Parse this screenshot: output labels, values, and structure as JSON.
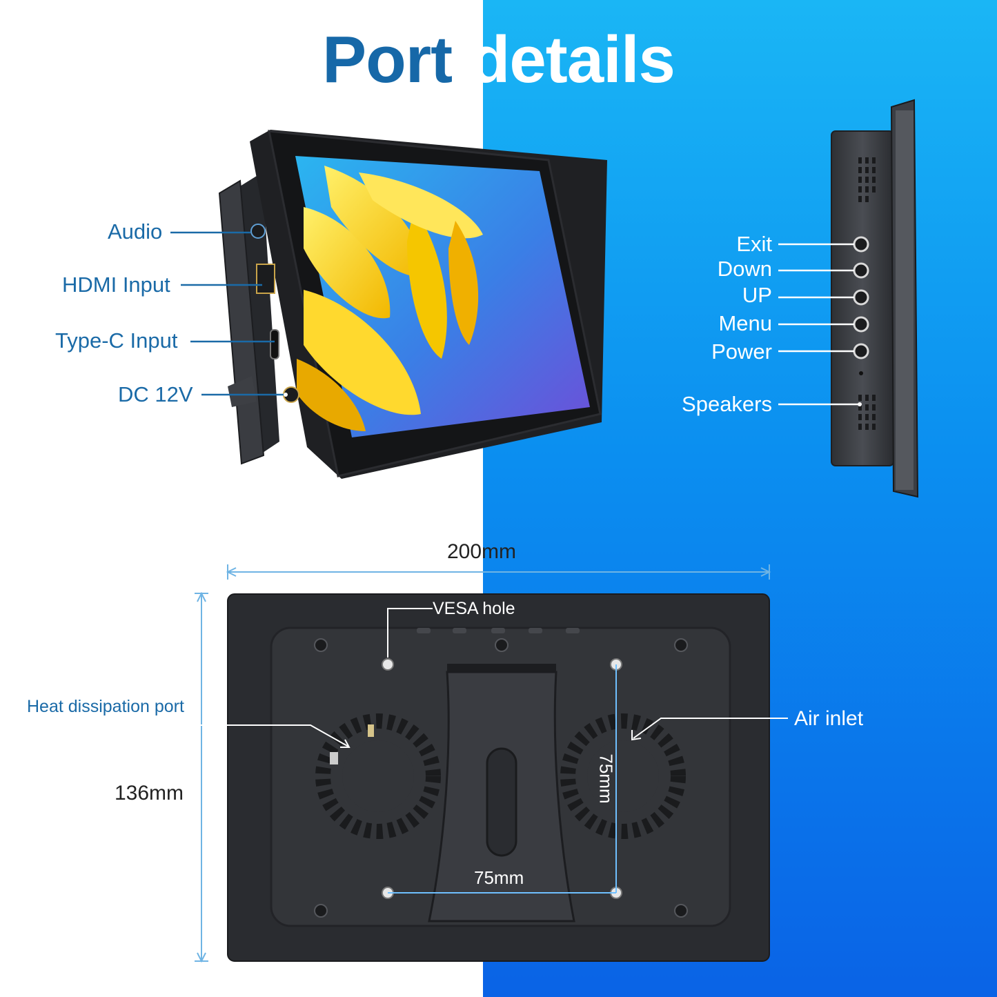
{
  "title": {
    "part1": "Port",
    "part2": "details"
  },
  "ports_left": {
    "audio": "Audio",
    "hdmi": "HDMI Input",
    "typec": "Type-C Input",
    "dc": "DC 12V"
  },
  "buttons_right": {
    "exit": "Exit",
    "down": "Down",
    "up": "UP",
    "menu": "Menu",
    "power": "Power",
    "speakers": "Speakers"
  },
  "rear": {
    "width_label": "200mm",
    "height_label": "136mm",
    "vesa_label": "VESA hole",
    "heat_label": "Heat dissipation port",
    "air_label": "Air inlet",
    "vesa_h_label": "75mm",
    "vesa_v_label": "75mm"
  },
  "colors": {
    "label_blue": "#1a6aa7",
    "bg_right": "#0b8ff0",
    "device": "#2a2c30",
    "dim_line": "#6fb4e4"
  },
  "icons": [
    "monitor-front-illustration",
    "monitor-side-illustration",
    "monitor-rear-illustration"
  ]
}
